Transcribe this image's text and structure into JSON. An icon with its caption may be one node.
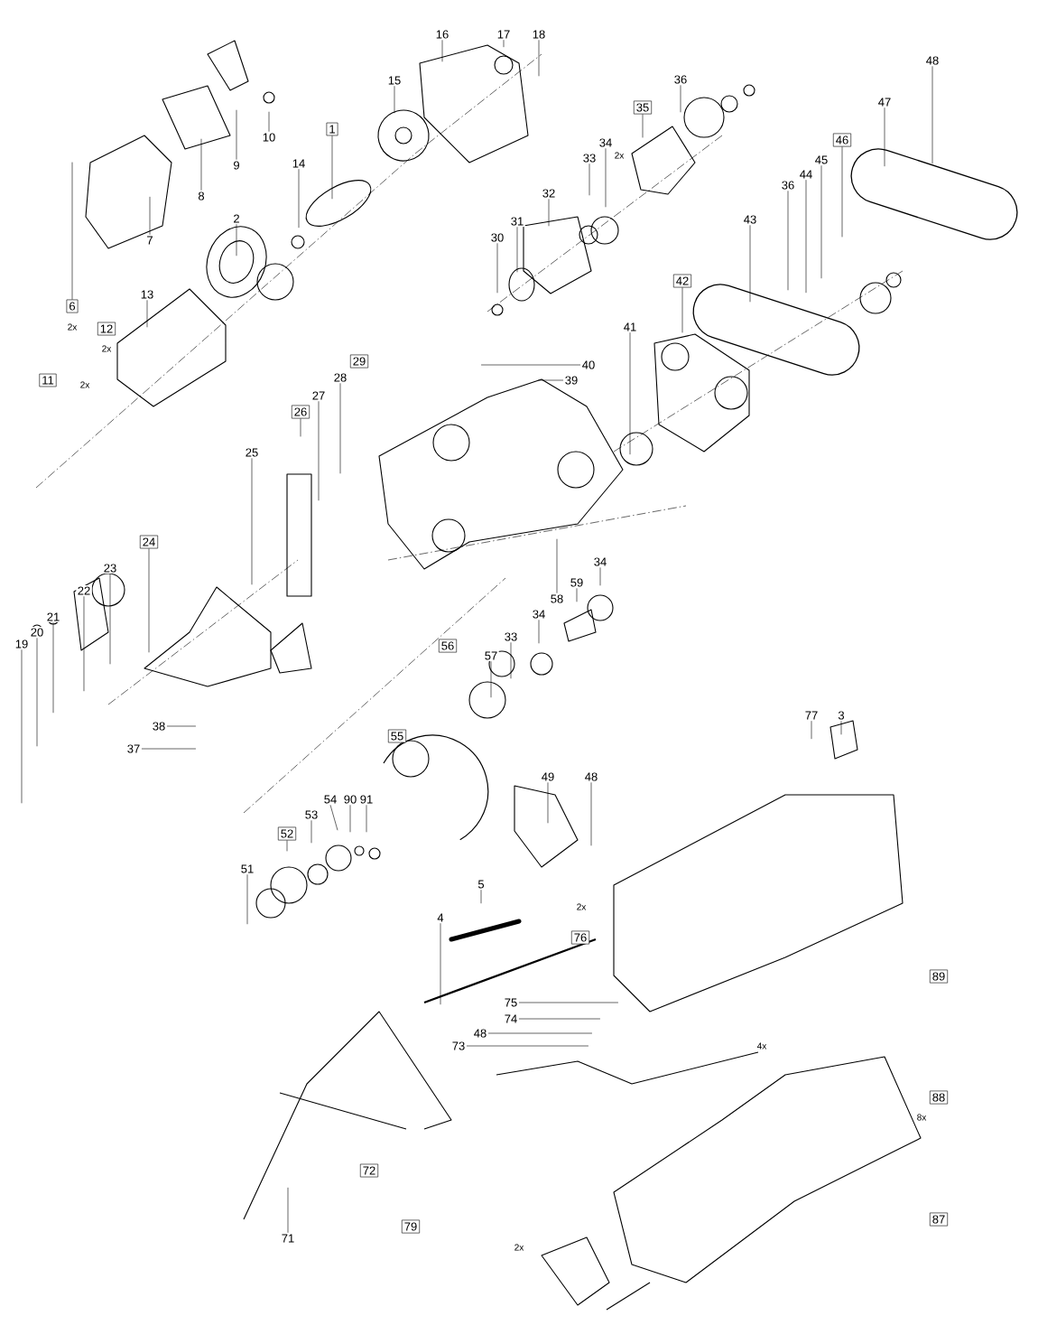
{
  "diagram": {
    "nodes": [
      {
        "text": [
          "16"
        ]
      },
      {
        "text": [
          "17"
        ]
      },
      {
        "text": [
          "18"
        ]
      },
      {
        "text": [
          "48"
        ]
      },
      {
        "text": [
          "15"
        ]
      },
      {
        "text": [
          "36"
        ]
      },
      {
        "text": [
          "47"
        ]
      },
      {
        "text": [
          "35"
        ]
      },
      {
        "text": [
          "1"
        ]
      },
      {
        "text": [
          "10"
        ]
      },
      {
        "text": [
          "46"
        ]
      },
      {
        "text": [
          "34"
        ]
      },
      {
        "text": [
          "33"
        ]
      },
      {
        "text": [
          "45"
        ]
      },
      {
        "text": [
          "9"
        ]
      },
      {
        "text": [
          "14"
        ]
      },
      {
        "text": [
          "44"
        ]
      },
      {
        "text": [
          "36"
        ]
      },
      {
        "text": [
          "32"
        ]
      },
      {
        "text": [
          "8"
        ]
      },
      {
        "text": [
          "2"
        ]
      },
      {
        "text": [
          "31"
        ]
      },
      {
        "text": [
          "43"
        ]
      },
      {
        "text": [
          "7"
        ]
      },
      {
        "text": [
          "30"
        ]
      },
      {
        "text": [
          "42"
        ]
      },
      {
        "text": [
          "13"
        ]
      },
      {
        "text": [
          "6"
        ]
      },
      {
        "text": [
          "41"
        ]
      },
      {
        "text": [
          "12"
        ]
      },
      {
        "text": [
          "29"
        ]
      },
      {
        "text": [
          "40"
        ]
      },
      {
        "text": [
          "28"
        ]
      },
      {
        "text": [
          "11"
        ]
      },
      {
        "text": [
          "39"
        ]
      },
      {
        "text": [
          "27"
        ]
      },
      {
        "text": [
          "26"
        ]
      },
      {
        "text": [
          "25"
        ]
      },
      {
        "text": [
          "24"
        ]
      },
      {
        "text": [
          "34"
        ]
      },
      {
        "text": [
          "23"
        ]
      },
      {
        "text": [
          "59"
        ]
      },
      {
        "text": [
          "22"
        ]
      },
      {
        "text": [
          "58"
        ]
      },
      {
        "text": [
          "34"
        ]
      },
      {
        "text": [
          "21"
        ]
      },
      {
        "text": [
          "20"
        ]
      },
      {
        "text": [
          "33"
        ]
      },
      {
        "text": [
          "19"
        ]
      },
      {
        "text": [
          "56"
        ]
      },
      {
        "text": [
          "57"
        ]
      },
      {
        "text": [
          "77"
        ]
      },
      {
        "text": [
          "3"
        ]
      },
      {
        "text": [
          "38"
        ]
      },
      {
        "text": [
          "55"
        ]
      },
      {
        "text": [
          "37"
        ]
      },
      {
        "text": [
          "49"
        ]
      },
      {
        "text": [
          "48"
        ]
      },
      {
        "text": [
          "54"
        ]
      },
      {
        "text": [
          "90"
        ]
      },
      {
        "text": [
          "91"
        ]
      },
      {
        "text": [
          "53"
        ]
      },
      {
        "text": [
          "52"
        ]
      },
      {
        "text": [
          "51"
        ]
      },
      {
        "text": [
          "5"
        ]
      },
      {
        "text": [
          "4"
        ]
      },
      {
        "text": [
          "76"
        ]
      },
      {
        "text": [
          "89"
        ]
      },
      {
        "text": [
          "75"
        ]
      },
      {
        "text": [
          "74"
        ]
      },
      {
        "text": [
          "48"
        ]
      },
      {
        "text": [
          "73"
        ]
      },
      {
        "text": [
          "88"
        ]
      },
      {
        "text": [
          "72"
        ]
      },
      {
        "text": [
          "87"
        ]
      },
      {
        "text": [
          "79"
        ]
      },
      {
        "text": [
          "71"
        ]
      }
    ],
    "edges": [
      {
        "from": 0,
        "to": null,
        "arrow": "none"
      },
      {
        "from": 1,
        "to": null,
        "arrow": "none"
      },
      {
        "from": 2,
        "to": null,
        "arrow": "none"
      },
      {
        "from": 3,
        "to": null,
        "arrow": "none"
      },
      {
        "from": 4,
        "to": null,
        "arrow": "none"
      },
      {
        "from": 5,
        "to": null,
        "arrow": "none"
      },
      {
        "from": 6,
        "to": null,
        "arrow": "none"
      },
      {
        "from": 7,
        "to": null,
        "arrow": "none"
      },
      {
        "from": 8,
        "to": null,
        "arrow": "none"
      },
      {
        "from": 9,
        "to": null,
        "arrow": "none"
      },
      {
        "from": 10,
        "to": null,
        "arrow": "none"
      },
      {
        "from": 11,
        "to": null,
        "arrow": "none"
      },
      {
        "from": 12,
        "to": null,
        "arrow": "none"
      },
      {
        "from": 13,
        "to": null,
        "arrow": "none"
      },
      {
        "from": 14,
        "to": null,
        "arrow": "none"
      },
      {
        "from": 15,
        "to": null,
        "arrow": "none"
      },
      {
        "from": 16,
        "to": null,
        "arrow": "none"
      },
      {
        "from": 17,
        "to": null,
        "arrow": "none"
      },
      {
        "from": 18,
        "to": null,
        "arrow": "none"
      },
      {
        "from": 19,
        "to": null,
        "arrow": "none"
      },
      {
        "from": 20,
        "to": null,
        "arrow": "none"
      },
      {
        "from": 21,
        "to": null,
        "arrow": "none"
      },
      {
        "from": 22,
        "to": null,
        "arrow": "none"
      },
      {
        "from": 23,
        "to": null,
        "arrow": "none"
      },
      {
        "from": 24,
        "to": null,
        "arrow": "none"
      },
      {
        "from": 25,
        "to": null,
        "arrow": "none"
      },
      {
        "from": 26,
        "to": null,
        "arrow": "none"
      },
      {
        "from": 27,
        "to": null,
        "arrow": "none"
      },
      {
        "from": 28,
        "to": null,
        "arrow": "none"
      },
      {
        "from": 31,
        "to": null,
        "arrow": "none"
      },
      {
        "from": 32,
        "to": null,
        "arrow": "none"
      },
      {
        "from": 34,
        "to": null,
        "arrow": "none"
      },
      {
        "from": 35,
        "to": null,
        "arrow": "none"
      },
      {
        "from": 36,
        "to": null,
        "arrow": "none"
      },
      {
        "from": 37,
        "to": null,
        "arrow": "none"
      },
      {
        "from": 38,
        "to": null,
        "arrow": "none"
      },
      {
        "from": 39,
        "to": null,
        "arrow": "none"
      },
      {
        "from": 40,
        "to": null,
        "arrow": "none"
      },
      {
        "from": 41,
        "to": null,
        "arrow": "none"
      },
      {
        "from": 42,
        "to": null,
        "arrow": "none"
      },
      {
        "from": 43,
        "to": null,
        "arrow": "none"
      },
      {
        "from": 44,
        "to": null,
        "arrow": "none"
      },
      {
        "from": 45,
        "to": null,
        "arrow": "none"
      },
      {
        "from": 46,
        "to": null,
        "arrow": "none"
      },
      {
        "from": 47,
        "to": null,
        "arrow": "none"
      },
      {
        "from": 48,
        "to": null,
        "arrow": "none"
      },
      {
        "from": 50,
        "to": null,
        "arrow": "none"
      },
      {
        "from": 51,
        "to": null,
        "arrow": "none"
      },
      {
        "from": 52,
        "to": null,
        "arrow": "none"
      },
      {
        "from": 53,
        "to": null,
        "arrow": "none"
      },
      {
        "from": 55,
        "to": null,
        "arrow": "none"
      },
      {
        "from": 56,
        "to": null,
        "arrow": "none"
      },
      {
        "from": 57,
        "to": null,
        "arrow": "none"
      },
      {
        "from": 58,
        "to": null,
        "arrow": "none"
      },
      {
        "from": 59,
        "to": null,
        "arrow": "none"
      },
      {
        "from": 60,
        "to": null,
        "arrow": "none"
      },
      {
        "from": 61,
        "to": null,
        "arrow": "none"
      },
      {
        "from": 62,
        "to": null,
        "arrow": "none"
      },
      {
        "from": 63,
        "to": null,
        "arrow": "none"
      },
      {
        "from": 64,
        "to": null,
        "arrow": "none"
      },
      {
        "from": 65,
        "to": null,
        "arrow": "none"
      },
      {
        "from": 68,
        "to": null,
        "arrow": "none"
      },
      {
        "from": 69,
        "to": null,
        "arrow": "none"
      },
      {
        "from": 70,
        "to": null,
        "arrow": "none"
      },
      {
        "from": 71,
        "to": null,
        "arrow": "none"
      },
      {
        "from": 76,
        "to": null,
        "arrow": "none"
      }
    ],
    "labels": [
      "2x",
      "2x",
      "2x",
      "2x",
      "2x",
      "4x",
      "8x",
      "2x"
    ]
  }
}
